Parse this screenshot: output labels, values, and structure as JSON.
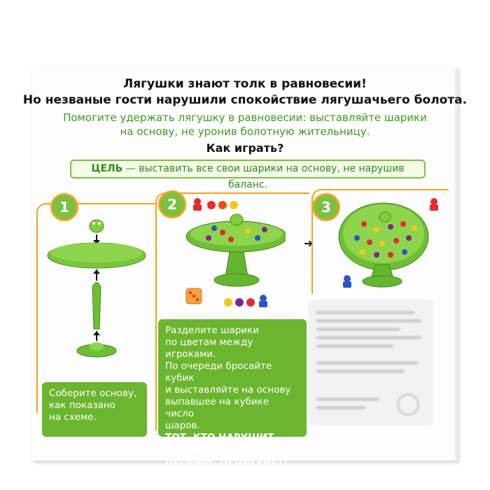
{
  "header": {
    "line1": "Лягушки знают толк в равновесии!",
    "line2": "Но незваные гости нарушили спокойствие лягушачьего болота.",
    "line3a": "Помогите удержать лягушку в равновесии: выставляйте шарики",
    "line3b": "на основу, не уронив болотную жительницу.",
    "how_to_play": "Как играть?"
  },
  "goal": {
    "label": "ЦЕЛЬ",
    "text": " — выставить все свои шарики на основу, не нарушив баланс."
  },
  "steps": {
    "n1": "1",
    "n2": "2",
    "n3": "3",
    "step1_text_a": "Соберите основу,",
    "step1_text_b": "как показано",
    "step1_text_c": "на схеме.",
    "step2_p1a": "Разделите шарики",
    "step2_p1b": "по цветам между игроками.",
    "step2_p2a": "По очереди бросайте кубик",
    "step2_p2b": "и выставляйте на основу",
    "step2_p2c": "выпавшее на кубике число",
    "step2_p2d": "шаров.",
    "step2_p3a": "Тот, кто нарушит баланс",
    "step2_p3b": "первым, проиграет!"
  },
  "colors": {
    "accent_green": "#79c142",
    "dark_green": "#3d9b23",
    "frame_orange": "#f4a31b",
    "panel_green": "#6cb52f"
  }
}
